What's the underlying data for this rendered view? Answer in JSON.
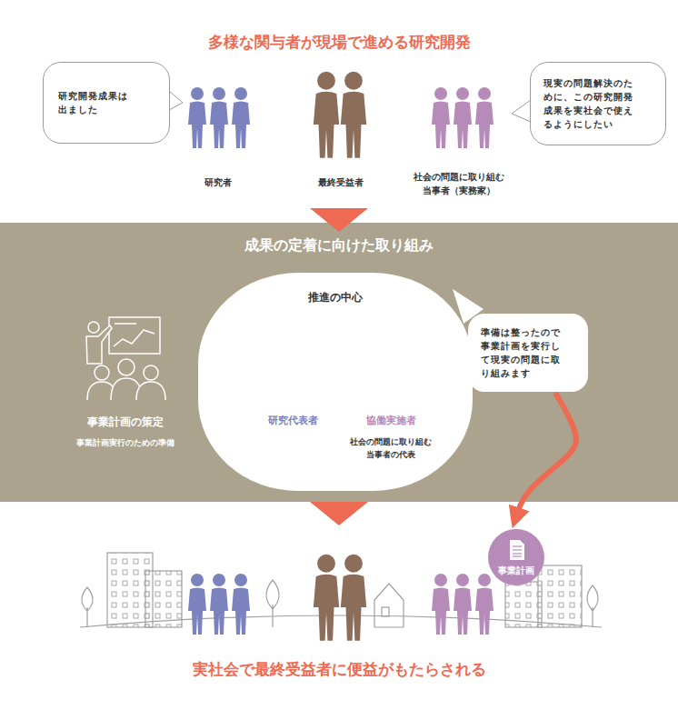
{
  "diagram": {
    "title": "多様な関与者が現場で進める研究開発",
    "caption": "実社会で最終受益者に便益がもたらされる",
    "nodes": [
      {
        "text": [
          "研究開発成果は出ました"
        ]
      },
      {
        "text": [
          "現実の問題解決のために、この研究開発成果を実社会で使えるようにしたい"
        ]
      },
      {
        "text": [
          "成果の定着に向けた取り組み"
        ]
      },
      {
        "text": [
          "推進の中心",
          "研究代表者",
          "協働実施者",
          "社会の問題に取り組む当事者の代表"
        ],
        "in": 2
      },
      {
        "text": [
          "準備は整ったので事業計画を実行して現実の問題に取り組みます"
        ],
        "in": 2
      },
      {
        "text": [
          "事業計画"
        ]
      }
    ],
    "edges": [
      {
        "from": 4,
        "to": 5,
        "arrow": "to"
      }
    ],
    "labels": [
      "研究者",
      "最終受益者",
      "社会の問題に取り組む当事者（実務家）",
      "事業計画の策定",
      "事業計画実行のための準備"
    ]
  }
}
